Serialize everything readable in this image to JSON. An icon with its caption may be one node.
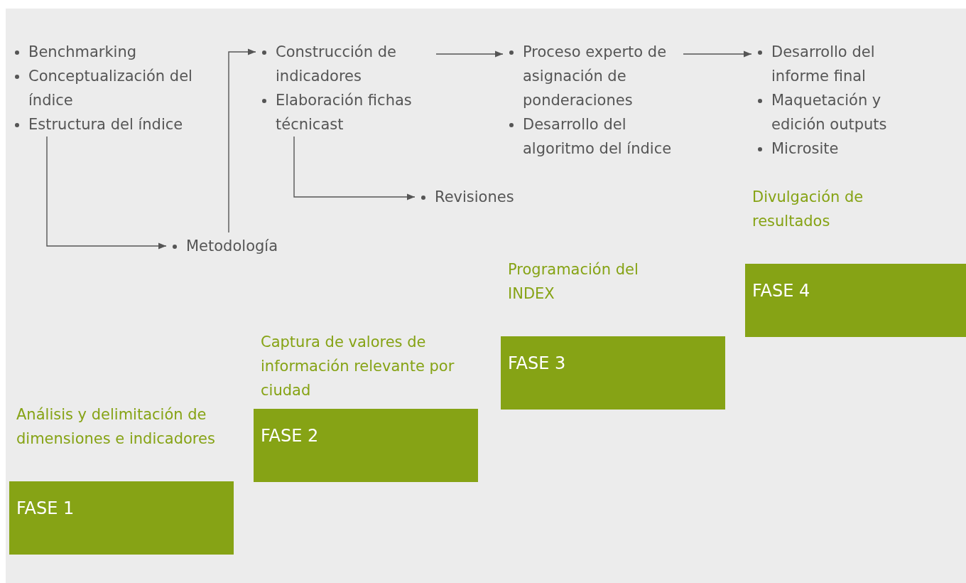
{
  "diagram": {
    "nodes": [
      {
        "text": [
          "Benchmarking",
          "Conceptualización del índice",
          "Estructura del índice"
        ]
      },
      {
        "text": [
          "Construcción de indicadores",
          "Elaboración fichas técnicast"
        ]
      },
      {
        "text": [
          "Proceso experto de asignación de ponderaciones",
          "Desarrollo del algoritmo del índice"
        ]
      },
      {
        "text": [
          "Desarrollo del informe final",
          "Maquetación y edición outputs",
          "Microsite"
        ]
      },
      {
        "text": [
          "Revisiones"
        ]
      },
      {
        "text": [
          "Metodología"
        ]
      },
      {
        "text": [
          "Divulgación de resultados",
          "FASE 4"
        ]
      },
      {
        "text": [
          "Programación del INDEX",
          "FASE 3"
        ]
      },
      {
        "text": [
          "Captura de valores de información relevante por ciudad",
          "FASE 2"
        ]
      },
      {
        "text": [
          "Análisis y delimitación de dimensiones e indicadores",
          "FASE 1"
        ]
      }
    ],
    "edges": [
      {
        "from": 0,
        "to": 5,
        "arrow": "to"
      },
      {
        "from": 5,
        "to": 1,
        "arrow": "to"
      },
      {
        "from": 1,
        "to": 4,
        "arrow": "to"
      },
      {
        "from": 1,
        "to": 2,
        "arrow": "to"
      },
      {
        "from": 2,
        "to": 3,
        "arrow": "to"
      }
    ]
  }
}
